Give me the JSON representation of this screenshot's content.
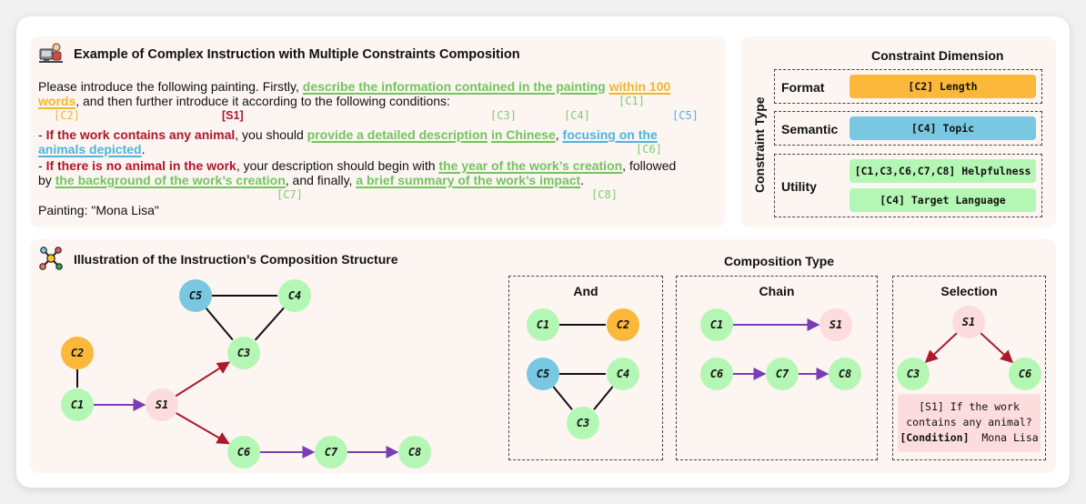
{
  "example": {
    "title": "Example of Complex Instruction with Multiple Constraints Composition",
    "icon": "person-at-computer-icon",
    "lines": {
      "l1_a": "Please introduce the following painting. Firstly, ",
      "l1_c1": "describe the information contained in the painting",
      "l1_sp": " ",
      "l1_c2": "within 100",
      "l2_c2": "words",
      "l2_b": ", and then further introduce it according to the following conditions:",
      "l3_a": "- ",
      "l3_s1": "If the work contains any animal",
      "l3_b": ", you should ",
      "l3_c3": "provide a detailed description",
      "l3_sp": " ",
      "l3_c4": "in Chinese",
      "l3_comma": ", ",
      "l3_c5": "focusing on the",
      "l4_c5": "animals depicted",
      "l4_b": ".",
      "l5_a": "- ",
      "l5_s1": "If there is no animal in the work",
      "l5_b": ", your description should begin with ",
      "l5_c6": "the year of the work’s creation",
      "l5_c": ", followed",
      "l6_a": "by ",
      "l6_c7": "the background of the work’s creation",
      "l6_b": ", and finally, ",
      "l6_c8": "a brief summary of the work’s impact",
      "l6_c": ".",
      "painting": "Painting: \"Mona Lisa\""
    },
    "tags": {
      "c1": "[C1]",
      "c2": "[C2]",
      "s1": "[S1]",
      "c3": "[C3]",
      "c4": "[C4]",
      "c5": "[C5]",
      "c6": "[C6]",
      "c7": "[C7]",
      "c8": "[C8]"
    }
  },
  "dimension": {
    "title": "Constraint Dimension",
    "axis_label": "Constraint Type",
    "rows": [
      {
        "label": "Format",
        "items": [
          "[C2] Length"
        ],
        "color": "#fbb83a"
      },
      {
        "label": "Semantic",
        "items": [
          "[C4] Topic"
        ],
        "color": "#7ac7e2"
      },
      {
        "label": "Utility",
        "items": [
          "[C1,C3,C6,C7,C8] Helpfulness",
          "[C4] Target Language"
        ],
        "color": "#b4f7b4"
      }
    ]
  },
  "structure": {
    "title": "Illustration of the Instruction’s Composition Structure",
    "icon": "network-graph-icon",
    "composition_title": "Composition Type",
    "boxes": {
      "and": "And",
      "chain": "Chain",
      "selection": "Selection"
    },
    "condition": {
      "line1": "[S1] If the work",
      "line2": "contains any animal?",
      "label": "[Condition]",
      "value": "Mona Lisa"
    },
    "colors": {
      "green": "#b4f7b4",
      "orange": "#fbb83a",
      "blue": "#7ac7e2",
      "pink": "#fcdcdc",
      "purple_edge": "#7b3db5",
      "red_edge": "#aa1a2a",
      "black_edge": "#111111"
    },
    "graphs": {
      "main": {
        "nodes": [
          {
            "id": "C5",
            "color": "blue"
          },
          {
            "id": "C4",
            "color": "green"
          },
          {
            "id": "C3",
            "color": "green"
          },
          {
            "id": "C2",
            "color": "orange"
          },
          {
            "id": "C1",
            "color": "green"
          },
          {
            "id": "S1",
            "color": "pink"
          },
          {
            "id": "C6",
            "color": "green"
          },
          {
            "id": "C7",
            "color": "green"
          },
          {
            "id": "C8",
            "color": "green"
          }
        ],
        "edges": [
          {
            "from": "C5",
            "to": "C4",
            "type": "and"
          },
          {
            "from": "C5",
            "to": "C3",
            "type": "and"
          },
          {
            "from": "C4",
            "to": "C3",
            "type": "and"
          },
          {
            "from": "C2",
            "to": "C1",
            "type": "and"
          },
          {
            "from": "C1",
            "to": "S1",
            "type": "chain"
          },
          {
            "from": "S1",
            "to": "C3",
            "type": "selection"
          },
          {
            "from": "S1",
            "to": "C6",
            "type": "selection"
          },
          {
            "from": "C6",
            "to": "C7",
            "type": "chain"
          },
          {
            "from": "C7",
            "to": "C8",
            "type": "chain"
          }
        ]
      },
      "and": {
        "nodes": [
          {
            "id": "C1",
            "color": "green"
          },
          {
            "id": "C2",
            "color": "orange"
          },
          {
            "id": "C5",
            "color": "blue"
          },
          {
            "id": "C4",
            "color": "green"
          },
          {
            "id": "C3",
            "color": "green"
          }
        ],
        "edges": [
          {
            "from": "C1",
            "to": "C2",
            "type": "and"
          },
          {
            "from": "C5",
            "to": "C4",
            "type": "and"
          },
          {
            "from": "C5",
            "to": "C3",
            "type": "and"
          },
          {
            "from": "C4",
            "to": "C3",
            "type": "and"
          }
        ]
      },
      "chain": {
        "nodes": [
          {
            "id": "C1",
            "color": "green"
          },
          {
            "id": "S1",
            "color": "pink"
          },
          {
            "id": "C6",
            "color": "green"
          },
          {
            "id": "C7",
            "color": "green"
          },
          {
            "id": "C8",
            "color": "green"
          }
        ],
        "edges": [
          {
            "from": "C1",
            "to": "S1",
            "type": "chain"
          },
          {
            "from": "C6",
            "to": "C7",
            "type": "chain"
          },
          {
            "from": "C7",
            "to": "C8",
            "type": "chain"
          }
        ]
      },
      "selection": {
        "nodes": [
          {
            "id": "S1",
            "color": "pink"
          },
          {
            "id": "C3",
            "color": "green"
          },
          {
            "id": "C6",
            "color": "green"
          }
        ],
        "edges": [
          {
            "from": "S1",
            "to": "C3",
            "type": "selection"
          },
          {
            "from": "S1",
            "to": "C6",
            "type": "selection"
          }
        ]
      }
    }
  }
}
